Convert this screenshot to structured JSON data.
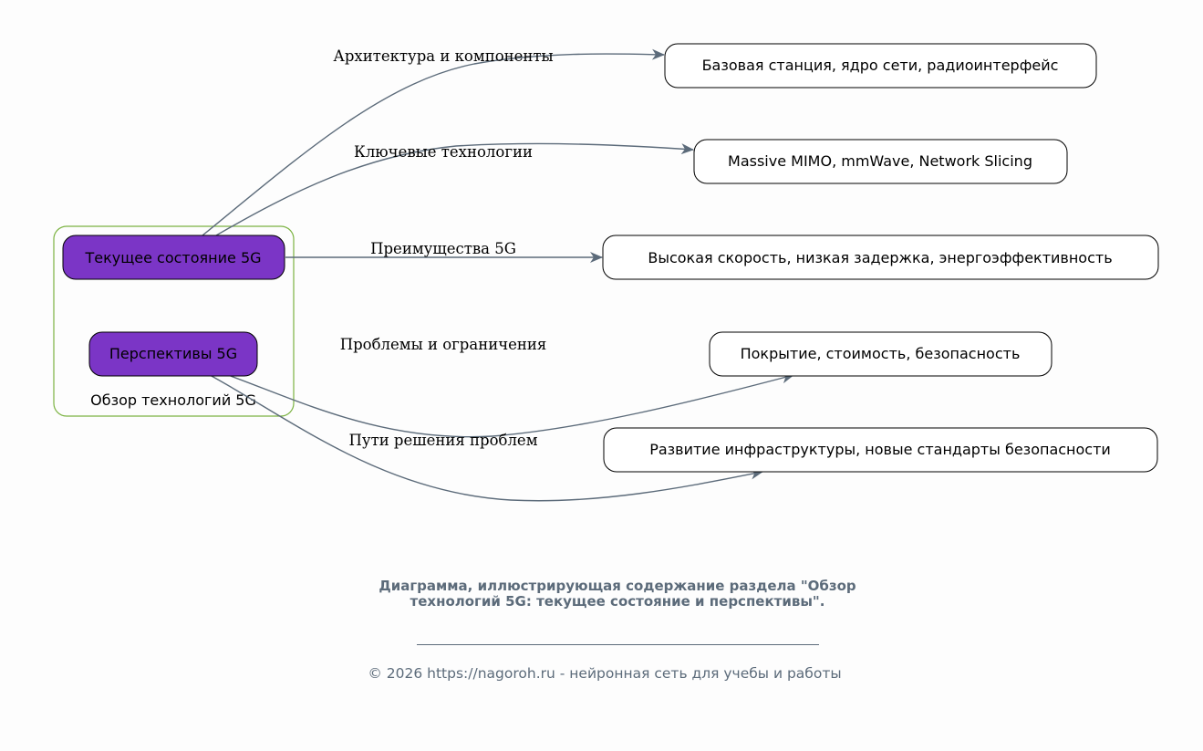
{
  "diagram": {
    "cluster": {
      "label": "Обзор технологий 5G",
      "border_color": "#7cb342"
    },
    "sources": [
      {
        "id": "current",
        "label": "Текущее состояние 5G",
        "fill": "#7b35c6"
      },
      {
        "id": "future",
        "label": "Перспективы 5G",
        "fill": "#7b35c6"
      }
    ],
    "targets": [
      {
        "label": "Базовая станция, ядро сети, радиоинтерфейс"
      },
      {
        "label": "Massive MIMO, mmWave, Network Slicing"
      },
      {
        "label": "Высокая скорость, низкая задержка, энергоэффективность"
      },
      {
        "label": "Покрытие, стоимость, безопасность"
      },
      {
        "label": "Развитие инфраструктуры, новые стандарты безопасности"
      }
    ],
    "edges": [
      {
        "from": "current",
        "to": 0,
        "label": "Архитектура и компоненты"
      },
      {
        "from": "current",
        "to": 1,
        "label": "Ключевые технологии"
      },
      {
        "from": "current",
        "to": 2,
        "label": "Преимущества 5G"
      },
      {
        "from": "future",
        "to": 3,
        "label": "Проблемы и ограничения"
      },
      {
        "from": "future",
        "to": 4,
        "label": "Пути решения проблем"
      }
    ],
    "edge_color": "#5c6b7a"
  },
  "caption": {
    "title": "Диаграмма, иллюстрирующая содержание раздела \"Обзор технологий 5G: текущее состояние и перспективы\".",
    "footer": "© 2026 https://nagoroh.ru - нейронная сеть для учебы и работы"
  }
}
